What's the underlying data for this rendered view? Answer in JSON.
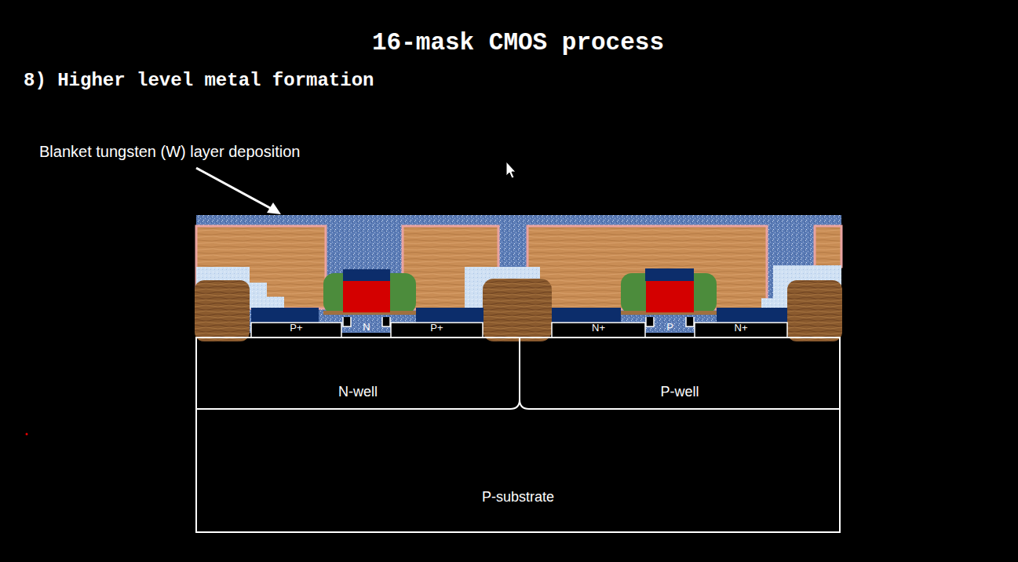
{
  "diagram": {
    "title": "16-mask CMOS process",
    "nodes": [
      {
        "text": [
          "P-substrate"
        ]
      },
      {
        "text": [
          "N-well"
        ],
        "in": 0
      },
      {
        "text": [
          "P+"
        ],
        "in": 1
      },
      {
        "text": [
          "N"
        ],
        "in": 1
      },
      {
        "text": [
          "P+"
        ],
        "in": 1
      },
      {
        "text": [
          "P-well"
        ],
        "in": 0
      },
      {
        "text": [
          "N+"
        ],
        "in": 5
      },
      {
        "text": [
          "P"
        ],
        "in": 5
      },
      {
        "text": [
          "N+"
        ],
        "in": 5
      }
    ],
    "labels": [
      "8) Higher level metal formation",
      "Blanket tungsten (W) layer deposition"
    ]
  }
}
